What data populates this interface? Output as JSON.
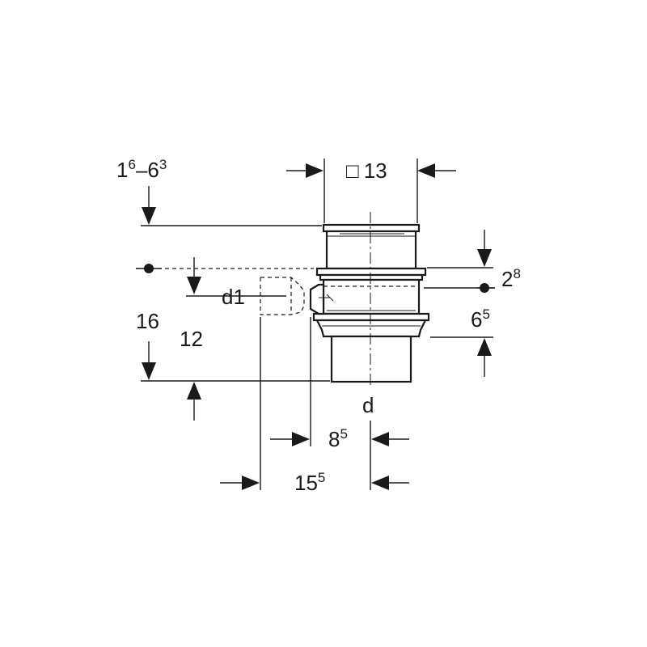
{
  "dimensions": {
    "height_adjust": {
      "base_a": "1",
      "sup_a": "6",
      "dash": "–",
      "base_b": "6",
      "sup_b": "3"
    },
    "grate_size": {
      "symbol": "□",
      "value": "13"
    },
    "outlet_diameter_side": {
      "value": "d1"
    },
    "height_total": {
      "value": "16"
    },
    "height_outlet": {
      "value": "12"
    },
    "outlet_diameter": {
      "value": "d"
    },
    "top_offset": {
      "base": "2",
      "sup": "8"
    },
    "ring_offset": {
      "base": "6",
      "sup": "5"
    },
    "inner_offset": {
      "base": "8",
      "sup": "5"
    },
    "outer_offset": {
      "base": "15",
      "sup": "5"
    }
  }
}
